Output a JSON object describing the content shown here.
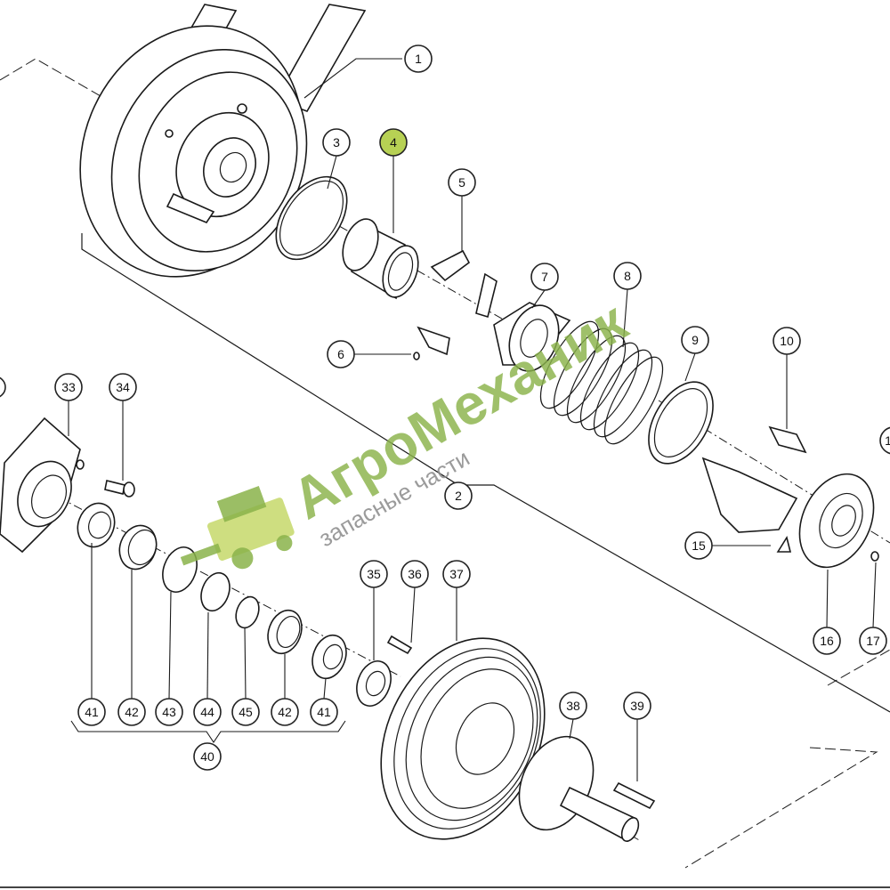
{
  "diagram": {
    "highlight_color": "#b7d154",
    "line_color": "#1a1a1a",
    "callouts": [
      {
        "id": "c1",
        "label": "1"
      },
      {
        "id": "c2",
        "label": "2"
      },
      {
        "id": "c3",
        "label": "3"
      },
      {
        "id": "c4",
        "label": "4",
        "highlighted": true
      },
      {
        "id": "c5",
        "label": "5"
      },
      {
        "id": "c6",
        "label": "6"
      },
      {
        "id": "c7",
        "label": "7"
      },
      {
        "id": "c8",
        "label": "8"
      },
      {
        "id": "c9",
        "label": "9"
      },
      {
        "id": "c10",
        "label": "10"
      },
      {
        "id": "c11",
        "label": "1"
      },
      {
        "id": "c15",
        "label": "15"
      },
      {
        "id": "c16",
        "label": "16"
      },
      {
        "id": "c17",
        "label": "17"
      },
      {
        "id": "c33",
        "label": "33"
      },
      {
        "id": "c34",
        "label": "34"
      },
      {
        "id": "c35",
        "label": "35"
      },
      {
        "id": "c36",
        "label": "36"
      },
      {
        "id": "c37",
        "label": "37"
      },
      {
        "id": "c38",
        "label": "38"
      },
      {
        "id": "c39",
        "label": "39"
      },
      {
        "id": "c40",
        "label": "40"
      },
      {
        "id": "c41a",
        "label": "41"
      },
      {
        "id": "c42a",
        "label": "42"
      },
      {
        "id": "c43",
        "label": "43"
      },
      {
        "id": "c44",
        "label": "44"
      },
      {
        "id": "c45",
        "label": "45"
      },
      {
        "id": "c42b",
        "label": "42"
      },
      {
        "id": "c41b",
        "label": "41"
      }
    ]
  },
  "watermark": {
    "title": "АгроМеханик",
    "subtitle": "запасные части",
    "brand_color": "#8ab34a",
    "icon": "combine-harvester-icon"
  }
}
